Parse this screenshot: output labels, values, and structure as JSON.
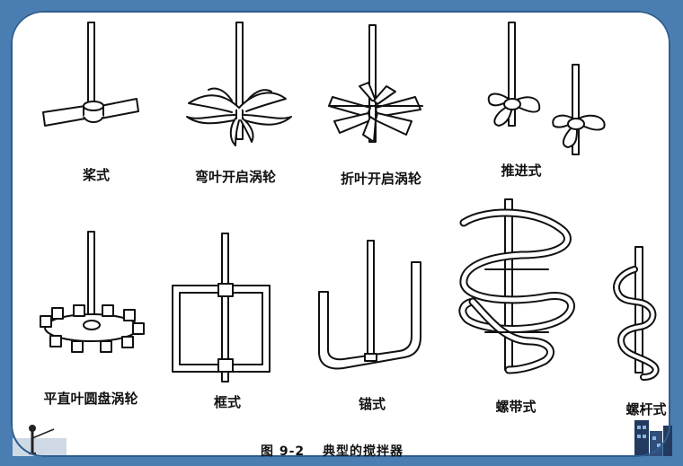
{
  "labels": {
    "paddle": "桨式",
    "curved_blade_turbine": "弯叶开启涡轮",
    "pitched_blade_turbine": "折叶开启涡轮",
    "propeller": "推进式",
    "flat_disc_turbine": "平直叶圆盘涡轮",
    "frame": "框式",
    "anchor": "锚式",
    "helical_ribbon": "螺带式",
    "screw": "螺杆式"
  },
  "caption": {
    "number": "图 9-2",
    "title": "典型的搅拌器"
  },
  "colors": {
    "frame": "#4a7db2",
    "ink": "#111111"
  }
}
